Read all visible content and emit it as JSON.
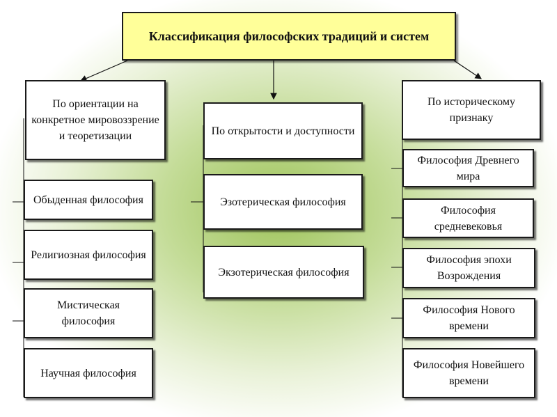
{
  "title": "Классификация философских традиций и систем",
  "left": {
    "header": "По ориентации на конкретное мировоззрение и теоретизации",
    "items": [
      "Обыденная философия",
      "Религиозная философия",
      "Мистическая философия",
      "Научная философия"
    ]
  },
  "center": {
    "header": "По открытости и доступности",
    "items": [
      "Эзотерическая философия",
      "Экзотерическая философия"
    ]
  },
  "right": {
    "header": "По историческому признаку",
    "items": [
      "Философия Древнего мира",
      "Философия средневековья",
      "Философия эпохи Возрождения",
      "Философия Нового времени",
      "Философия Новейшего времени"
    ]
  },
  "colors": {
    "title_bg": "#ffff99",
    "background_center": "#9ec35a",
    "box_bg": "#ffffff"
  }
}
